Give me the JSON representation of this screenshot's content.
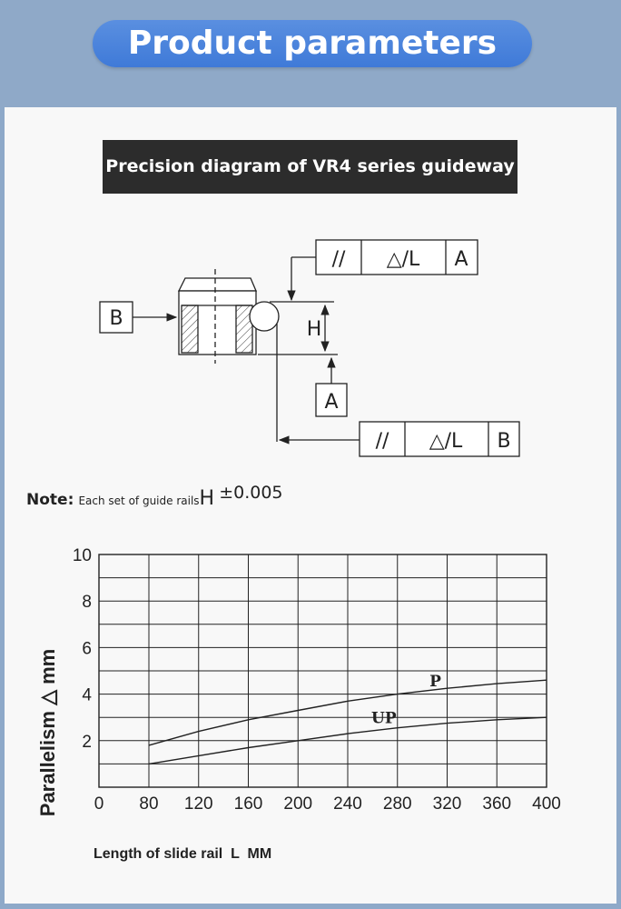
{
  "header": {
    "title": "Product parameters"
  },
  "diagram": {
    "title": "Precision diagram of VR4 series guideway",
    "datum_a": "A",
    "datum_b": "B",
    "dimension": "H",
    "fcf_top": {
      "symbol": "//",
      "tolerance": "△/L",
      "datum": "A"
    },
    "fcf_bottom": {
      "symbol": "//",
      "tolerance": "△/L",
      "datum": "B"
    }
  },
  "note": {
    "label": "Note:",
    "text": "Each set of guide rails",
    "dimension": "H",
    "tolerance": "±0.005"
  },
  "chart_data": {
    "type": "line",
    "xlabel": "Length of slide rail  L  MM",
    "ylabel": "Parallelism △ mm",
    "x_ticks": [
      0,
      80,
      120,
      160,
      200,
      240,
      280,
      320,
      360,
      400
    ],
    "y_ticks": [
      2,
      4,
      6,
      8,
      10
    ],
    "xlim": [
      0,
      400
    ],
    "ylim": [
      0,
      10
    ],
    "grid": true,
    "series": [
      {
        "name": "P",
        "x": [
          80,
          120,
          160,
          200,
          240,
          280,
          320,
          360,
          400
        ],
        "y": [
          1.8,
          2.4,
          2.9,
          3.3,
          3.7,
          4.0,
          4.25,
          4.45,
          4.6
        ]
      },
      {
        "name": "UP",
        "x": [
          80,
          120,
          160,
          200,
          240,
          280,
          320,
          360,
          400
        ],
        "y": [
          1.0,
          1.35,
          1.7,
          2.0,
          2.3,
          2.55,
          2.75,
          2.9,
          3.0
        ]
      }
    ]
  }
}
